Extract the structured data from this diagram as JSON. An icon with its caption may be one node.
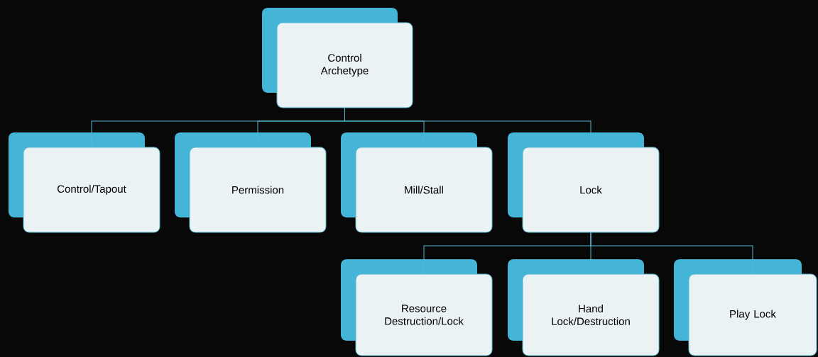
{
  "diagram": {
    "nodes": [
      {
        "text": [
          "Control Archetype"
        ]
      },
      {
        "text": [
          "Control/Tapout"
        ]
      },
      {
        "text": [
          "Permission"
        ]
      },
      {
        "text": [
          "Mill/Stall"
        ]
      },
      {
        "text": [
          "Lock"
        ]
      },
      {
        "text": [
          "Resource Destruction/Lock"
        ]
      },
      {
        "text": [
          "Hand Lock/Destruction"
        ]
      },
      {
        "text": [
          "Play Lock"
        ]
      }
    ],
    "edges": [
      {
        "from": 0,
        "to": 1,
        "arrow": "none"
      },
      {
        "from": 0,
        "to": 2,
        "arrow": "none"
      },
      {
        "from": 0,
        "to": 3,
        "arrow": "none"
      },
      {
        "from": 0,
        "to": 4,
        "arrow": "none"
      },
      {
        "from": 4,
        "to": 5,
        "arrow": "none"
      },
      {
        "from": 4,
        "to": 6,
        "arrow": "none"
      },
      {
        "from": 4,
        "to": 7,
        "arrow": "none"
      }
    ]
  }
}
